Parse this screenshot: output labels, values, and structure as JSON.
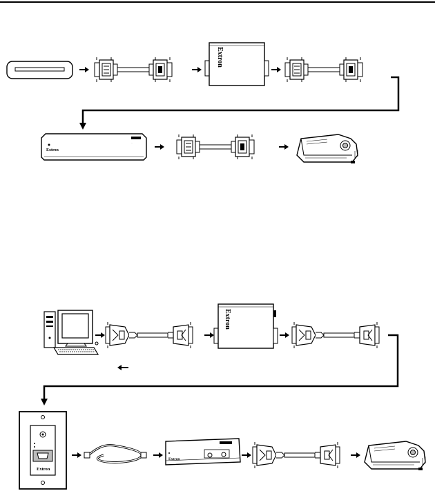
{
  "header": {
    "rule_color": "#000000"
  },
  "brand": {
    "logo_text": "Extron"
  },
  "diagram_top": {
    "devices": [
      "dvi-player",
      "dvi-cable",
      "extron-interface",
      "dvi-cable",
      "extron-switcher",
      "dvi-cable",
      "projector"
    ]
  },
  "diagram_bottom": {
    "devices": [
      "computer",
      "vga-cable",
      "extron-interface",
      "vga-cable",
      "wallplate",
      "twisted-pair-cable",
      "extron-receiver",
      "vga-cable",
      "projector"
    ]
  },
  "colors": {
    "ink": "#000000",
    "paper": "#ffffff",
    "shade": "#d9d9d9"
  }
}
